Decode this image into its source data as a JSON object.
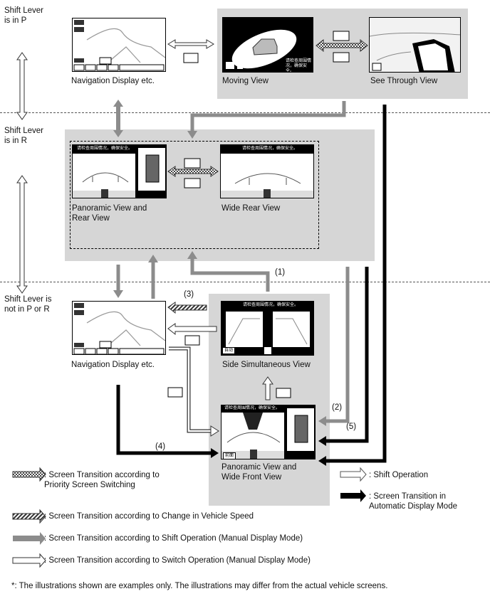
{
  "shift_labels": {
    "p": "Shift Lever\nis in P",
    "r": "Shift Lever\nis in R",
    "other": "Shift Lever is\nnot in P or R"
  },
  "screens": {
    "nav_top": "Navigation Display etc.",
    "moving": "Moving View",
    "see_through": "See Through View",
    "panoramic_rear": "Panoramic View and\nRear View",
    "wide_rear": "Wide Rear View",
    "nav_bottom": "Navigation Display etc.",
    "side_simul": "Side Simultaneous View",
    "panoramic_front": "Panoramic View and\nWide Front View"
  },
  "markers": {
    "m1": "(1)",
    "m2": "(2)",
    "m3": "(3)",
    "m4": "(4)",
    "m5": "(5)"
  },
  "screen_texts": {
    "moving_cn": "请检查周围情况，确保安全。",
    "rear_banner": "请检查周围情况，确保安全。",
    "front_banner": "请检查周围情况，确保安全。",
    "side_btn": "自动",
    "front_btn": "前面"
  },
  "legend": {
    "priority": ": Screen Transition according to\nPriority Screen Switching",
    "speed": ": Screen Transition according to Change in Vehicle Speed",
    "shift_manual": ": Screen Transition according to Shift Operation (Manual Display Mode)",
    "switch_manual": ": Screen Transition according to Switch Operation (Manual Display Mode)",
    "shift_op": ": Shift Operation",
    "auto": ": Screen Transition in\nAutomatic Display Mode"
  },
  "footnote": "*: The illustrations shown are examples only. The illustrations may differ from the actual vehicle screens.",
  "colors": {
    "panel": "#d6d6d6",
    "gray_arrow": "#8c8c8c",
    "black_arrow": "#000000"
  }
}
